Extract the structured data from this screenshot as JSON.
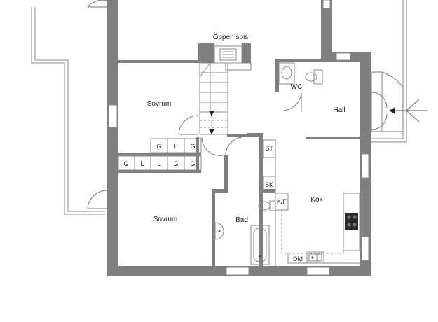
{
  "rooms": {
    "oppen_spis": "Öppen spis",
    "sovrum_top": "Sovrum",
    "sovrum_bottom": "Sovrum",
    "wc": "WC",
    "hall": "Hall",
    "kok": "Kök",
    "bad": "Bad"
  },
  "fixtures": {
    "st": "ST",
    "sk": "SK",
    "kf": "K/F",
    "dm": "DM"
  },
  "wardrobe_upper": [
    "G",
    "L",
    "G"
  ],
  "wardrobe_lower": [
    "G",
    "L",
    "L",
    "G",
    "G"
  ],
  "colors": {
    "wall": "#7f7f7f",
    "line": "#8a8a8a",
    "text": "#222222"
  }
}
